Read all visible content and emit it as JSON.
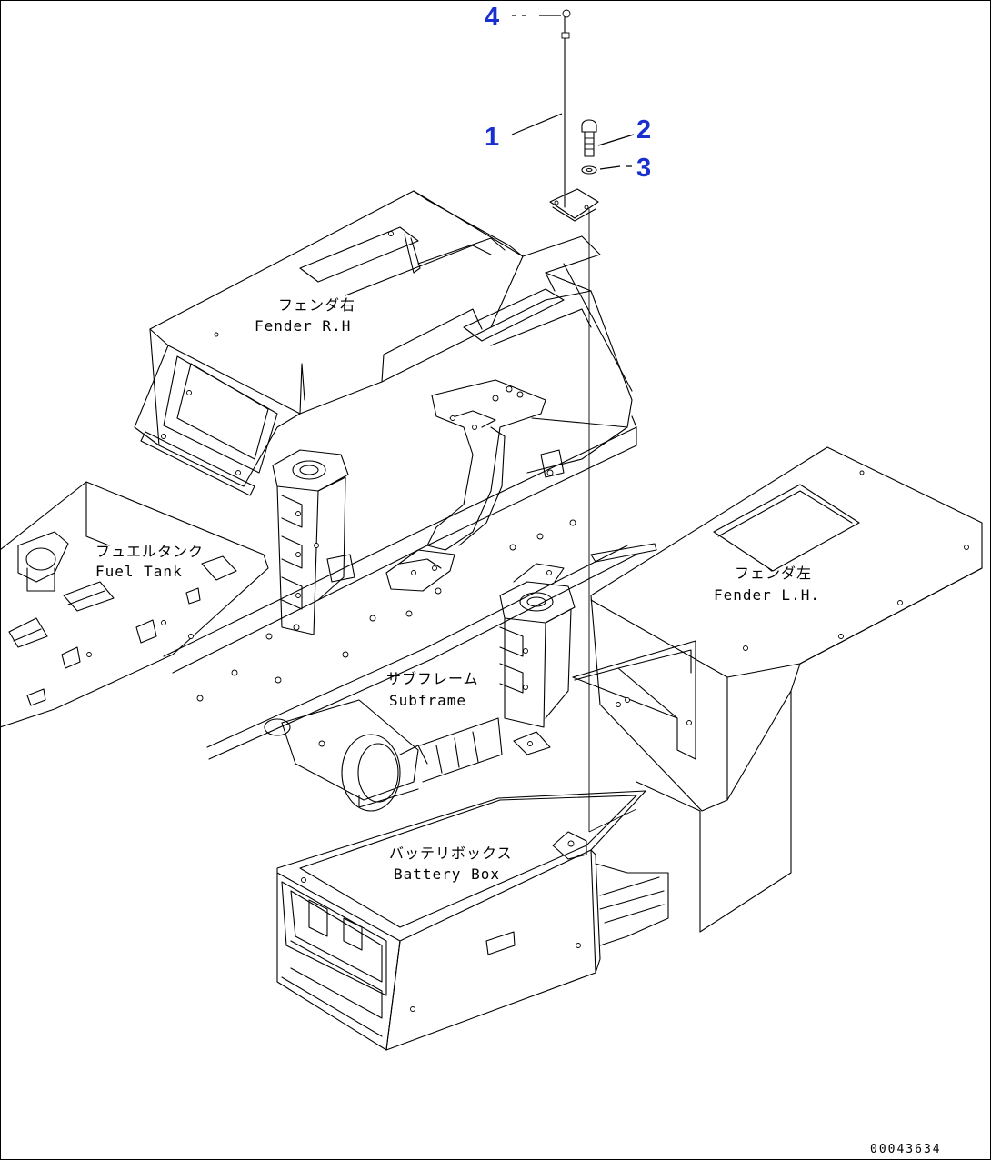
{
  "callouts": {
    "c1": "1",
    "c2": "2",
    "c3": "3",
    "c4": "4"
  },
  "labels": {
    "fender_rh_jp": "フェンダ右",
    "fender_rh_en": "Fender R.H",
    "fuel_tank_jp": "フュエルタンク",
    "fuel_tank_en": "Fuel Tank",
    "fender_lh_jp": "フェンダ左",
    "fender_lh_en": "Fender L.H.",
    "subframe_jp": "サブフレーム",
    "subframe_en": "Subframe",
    "battery_box_jp": "バッテリボックス",
    "battery_box_en": "Battery Box"
  },
  "drawing_code": "00043634",
  "colors": {
    "callout": "#1a2fd0",
    "line": "#000000",
    "background": "#ffffff"
  }
}
